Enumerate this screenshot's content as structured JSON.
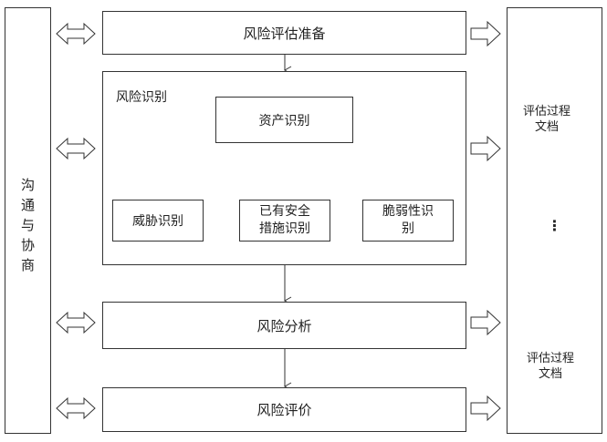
{
  "left_panel": {
    "label_chars": [
      "沟",
      "通",
      "与",
      "协",
      "商"
    ]
  },
  "steps": {
    "prepare": "风险评估准备",
    "identify": "风险识别",
    "asset": "资产识别",
    "threat": "威胁识别",
    "measures_line1": "已有安全",
    "measures_line2": "措施识别",
    "vuln_line1": "脆弱性识",
    "vuln_line2": "别",
    "analysis": "风险分析",
    "evaluate": "风险评价"
  },
  "right_panel": {
    "doc_top_line1": "评估过程",
    "doc_top_line2": "文档",
    "ellipsis": "⋮",
    "doc_bottom_line1": "评估过程",
    "doc_bottom_line2": "文档"
  }
}
